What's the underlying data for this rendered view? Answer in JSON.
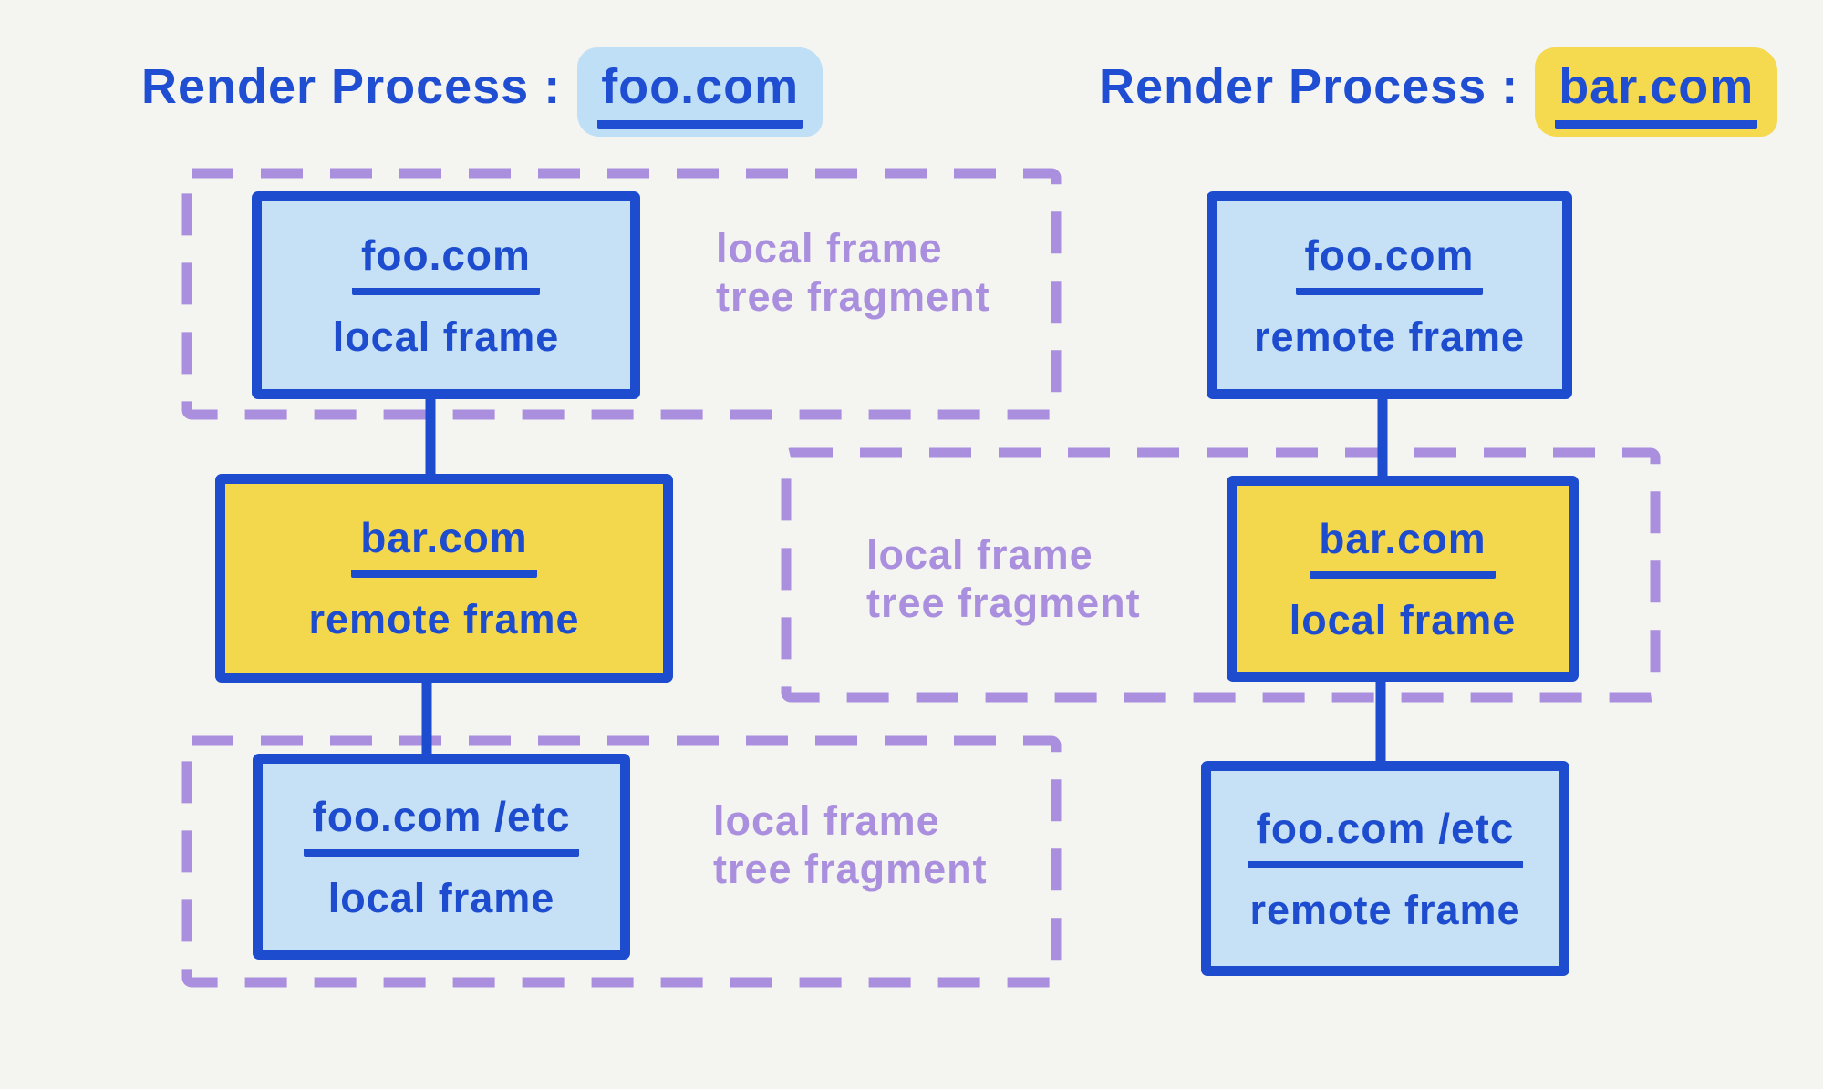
{
  "diagram": {
    "left": {
      "title_prefix": "Render Process :",
      "title_domain": "foo.com",
      "nodes": [
        {
          "domain": "foo.com",
          "kind": "local frame"
        },
        {
          "domain": "bar.com",
          "kind": "remote frame"
        },
        {
          "domain": "foo.com /etc",
          "kind": "local frame"
        }
      ],
      "fragments": [
        {
          "line1": "local frame",
          "line2": "tree fragment"
        },
        {
          "line1": "local frame",
          "line2": "tree fragment"
        }
      ]
    },
    "right": {
      "title_prefix": "Render Process :",
      "title_domain": "bar.com",
      "nodes": [
        {
          "domain": "foo.com",
          "kind": "remote frame"
        },
        {
          "domain": "bar.com",
          "kind": "local frame"
        },
        {
          "domain": "foo.com /etc",
          "kind": "remote frame"
        }
      ],
      "fragments": [
        {
          "line1": "local frame",
          "line2": "tree fragment"
        }
      ]
    },
    "colors": {
      "background": "#f4f4f1",
      "blue_stroke": "#1d4ccf",
      "blue_fill": "#c6e1f5",
      "yellow_fill": "#f3d84e",
      "purple": "#a98fde",
      "title_highlight_blue": "#bedff5",
      "title_highlight_yellow": "#f5d94e"
    }
  }
}
